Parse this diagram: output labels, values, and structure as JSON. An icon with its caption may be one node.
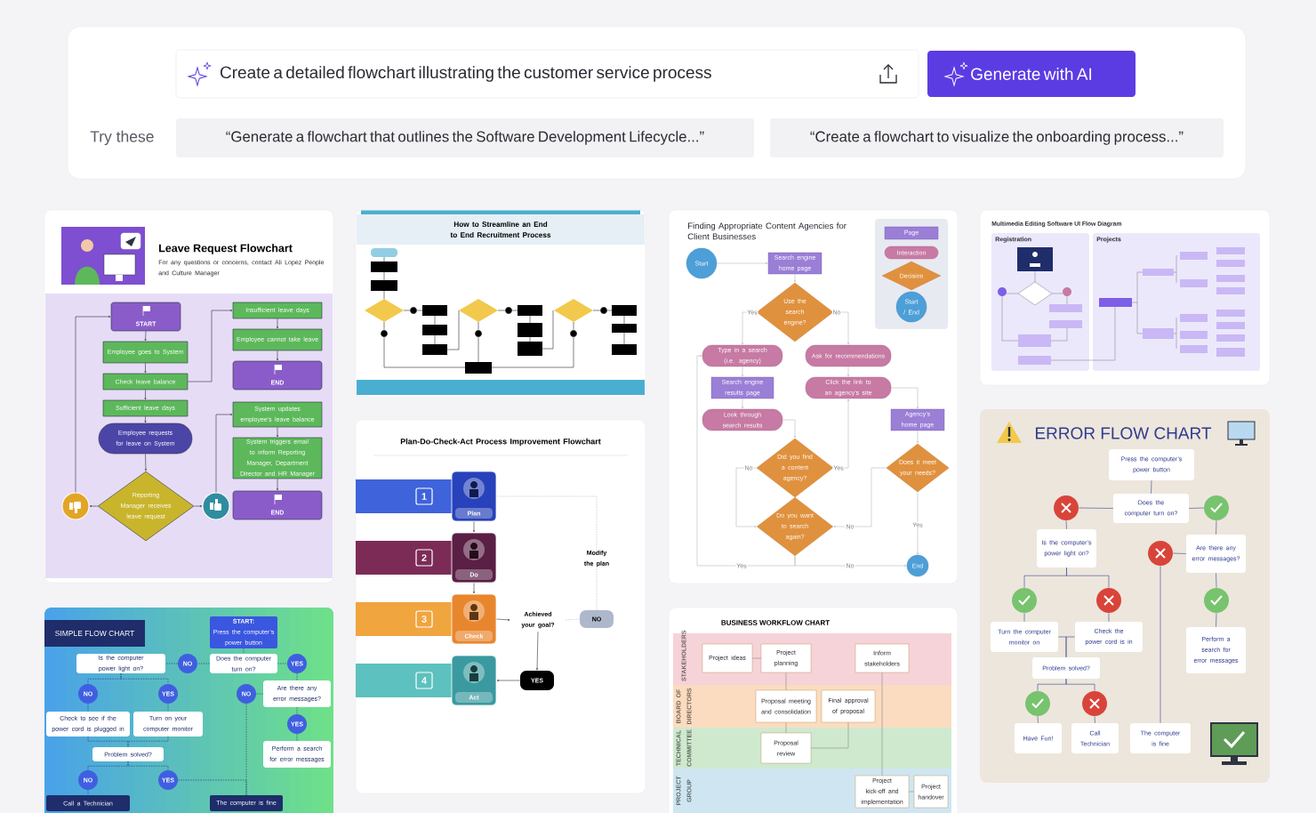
{
  "diagram": {
    "nodes": [
      {
        "text": [
          "Create a detailed flowchart illustrating the customer service process"
        ]
      },
      {
        "text": [
          "Generate with AI"
        ]
      },
      {
        "text": [
          "“Generate a flowchart that outlines the Software Development Lifecycle...”"
        ]
      },
      {
        "text": [
          "“Create a flowchart to visualize the onboarding process...”"
        ]
      },
      {
        "text": [
          "Leave Request Flowchart",
          "For any questions or concerns, contact Ali Lopez People and Culture Manager"
        ]
      },
      {
        "text": [
          "START"
        ],
        "in": 4
      },
      {
        "text": [
          "Employee goes to System"
        ],
        "in": 4
      },
      {
        "text": [
          "Check leave balance"
        ],
        "in": 4
      },
      {
        "text": [
          "Sufficient leave days"
        ],
        "in": 4
      },
      {
        "text": [
          "Employee requests for leave on System"
        ],
        "in": 4
      },
      {
        "text": [
          "Reporting Manager receives leave request"
        ],
        "in": 4
      },
      {
        "text": [],
        "shape": "circle",
        "in": 4
      },
      {
        "text": [],
        "shape": "circle",
        "in": 4
      },
      {
        "text": [
          "Insufficient leave days"
        ],
        "in": 4
      },
      {
        "text": [
          "Employee cannot take leave"
        ],
        "in": 4
      },
      {
        "text": [
          "END"
        ],
        "in": 4
      },
      {
        "text": [
          "System updates employee’s leave balance"
        ],
        "in": 4
      },
      {
        "text": [
          "System triggers email to inform Reporting Manager, Department Director and HR Manager"
        ],
        "in": 4
      },
      {
        "text": [
          "END"
        ],
        "in": 4
      },
      {
        "text": [
          "How to Streamline an End to End Recruitment Process"
        ]
      },
      {
        "text": [
          "Plan-Do-Check-Act Process Improvement Flowchart"
        ]
      },
      {
        "text": [
          "1"
        ],
        "in": 20
      },
      {
        "text": [
          "Plan"
        ],
        "in": 20
      },
      {
        "text": [
          "2"
        ],
        "in": 20
      },
      {
        "text": [
          "Do"
        ],
        "in": 20
      },
      {
        "text": [
          "3"
        ],
        "in": 20
      },
      {
        "text": [
          "Check"
        ],
        "in": 20
      },
      {
        "text": [
          "4"
        ],
        "in": 20
      },
      {
        "text": [
          "Act"
        ],
        "in": 20
      },
      {
        "text": [
          "Achieved your goal?"
        ],
        "in": 20
      },
      {
        "text": [
          "NO"
        ],
        "in": 20
      },
      {
        "text": [
          "YES"
        ],
        "in": 20
      },
      {
        "text": [
          "Finding Appropriate Content Agencies for Client Businesses"
        ]
      },
      {
        "text": [
          "Start"
        ],
        "in": 32
      },
      {
        "text": [
          "Search engine home page"
        ],
        "in": 32
      },
      {
        "text": [
          "Use the search engine?"
        ],
        "in": 32
      },
      {
        "text": [
          "Type in a search (i.e. agency)"
        ],
        "in": 32
      },
      {
        "text": [
          "Ask for recommendations"
        ],
        "in": 32
      },
      {
        "text": [
          "Search engine results page"
        ],
        "in": 32
      },
      {
        "text": [
          "Click the link to an agency’s site"
        ],
        "in": 32
      },
      {
        "text": [
          "Look through search results"
        ],
        "in": 32
      },
      {
        "text": [
          "Agency’s home page"
        ],
        "in": 32
      },
      {
        "text": [
          "Did you find a content agency?"
        ],
        "in": 32
      },
      {
        "text": [
          "Does it meet your needs?"
        ],
        "in": 32
      },
      {
        "text": [
          "Do you want to search again?"
        ],
        "in": 32
      },
      {
        "text": [
          "End"
        ],
        "in": 32
      },
      {
        "text": [
          "Multimedia Editing Software UI Flow Diagram"
        ]
      },
      {
        "text": [
          "Registration"
        ],
        "in": 46
      },
      {
        "text": [
          "Projects"
        ],
        "in": 46
      },
      {
        "text": [
          "ERROR FLOW CHART"
        ]
      },
      {
        "text": [
          "Press the computer’s power button"
        ],
        "in": 49
      },
      {
        "text": [
          "Does the computer turn on?"
        ],
        "in": 49
      },
      {
        "text": [],
        "shape": "circle",
        "in": 49
      },
      {
        "text": [],
        "shape": "circle",
        "in": 49
      },
      {
        "text": [
          "Is the computer’s power light on?"
        ],
        "in": 49
      },
      {
        "text": [],
        "shape": "circle",
        "in": 49
      },
      {
        "text": [
          "Are there any error messages?"
        ],
        "in": 49
      },
      {
        "text": [],
        "shape": "circle",
        "in": 49
      },
      {
        "text": [],
        "shape": "circle",
        "in": 49
      },
      {
        "text": [],
        "shape": "circle",
        "in": 49
      },
      {
        "text": [
          "Turn the computer monitor on"
        ],
        "in": 49
      },
      {
        "text": [
          "Check the power cord is in"
        ],
        "in": 49
      },
      {
        "text": [
          "Problem solved?"
        ],
        "in": 49
      },
      {
        "text": [
          "Perform a search for error messages"
        ],
        "in": 49
      },
      {
        "text": [],
        "shape": "circle",
        "in": 49
      },
      {
        "text": [],
        "shape": "circle",
        "in": 49
      },
      {
        "text": [
          "Have Fun!"
        ],
        "in": 49
      },
      {
        "text": [
          "Call Technician"
        ],
        "in": 49
      },
      {
        "text": [
          "The computer is fine"
        ],
        "in": 49
      },
      {
        "text": [
          "SIMPLE FLOW CHART"
        ]
      },
      {
        "text": [
          "START:",
          "Press the computer’s power button"
        ],
        "in": 69
      },
      {
        "text": [
          "Does the computer turn on?"
        ],
        "in": 69
      },
      {
        "text": [
          "NO"
        ],
        "in": 69
      },
      {
        "text": [
          "YES"
        ],
        "in": 69
      },
      {
        "text": [
          "Is the computer power light on?"
        ],
        "in": 69
      },
      {
        "text": [
          "NO"
        ],
        "in": 69
      },
      {
        "text": [
          "YES"
        ],
        "in": 69
      },
      {
        "text": [
          "NO"
        ],
        "in": 69
      },
      {
        "text": [
          "Are there any error messages?"
        ],
        "in": 69
      },
      {
        "text": [
          "Check to see if the power cord is plugged in"
        ],
        "in": 69
      },
      {
        "text": [
          "Turn on your computer monitor"
        ],
        "in": 69
      },
      {
        "text": [
          "YES"
        ],
        "in": 69
      },
      {
        "text": [
          "Perform a search for error messages"
        ],
        "in": 69
      },
      {
        "text": [
          "Problem solved?"
        ],
        "in": 69
      },
      {
        "text": [
          "NO"
        ],
        "in": 69
      },
      {
        "text": [
          "YES"
        ],
        "in": 69
      },
      {
        "text": [
          "Call a Technician"
        ],
        "in": 69
      },
      {
        "text": [
          "The computer is fine"
        ],
        "in": 69
      },
      {
        "text": [
          "BUSINESS WORKFLOW CHART"
        ]
      },
      {
        "text": [
          "STAKEHOLDERS"
        ],
        "in": 88
      },
      {
        "text": [
          "BOARD OF DIRECTORS"
        ],
        "in": 88
      },
      {
        "text": [
          "TECHNICAL COMMITTEE"
        ],
        "in": 88
      },
      {
        "text": [
          "PROJECT GROUP"
        ],
        "in": 88
      },
      {
        "text": [
          "Project ideas"
        ],
        "in": 89
      },
      {
        "text": [
          "Project planning"
        ],
        "in": 89
      },
      {
        "text": [
          "Inform stakeholders"
        ],
        "in": 89
      },
      {
        "text": [
          "Proposal meeting and consolidation"
        ],
        "in": 90
      },
      {
        "text": [
          "Final approval of proposal"
        ],
        "in": 90
      },
      {
        "text": [
          "Proposal review"
        ],
        "in": 91
      },
      {
        "text": [
          "Project kick-off and implementation"
        ],
        "in": 92
      },
      {
        "text": [
          "Project handover"
        ],
        "in": 92
      }
    ],
    "edges": [
      {
        "from": 5,
        "to": 6,
        "arrow": "to"
      },
      {
        "from": 6,
        "to": 7,
        "arrow": "to"
      },
      {
        "from": 7,
        "to": 8,
        "arrow": "to"
      },
      {
        "from": 8,
        "to": 9,
        "arrow": "to"
      },
      {
        "from": 9,
        "to": 10,
        "arrow": "to"
      },
      {
        "from": 10,
        "to": 11,
        "arrow": "to"
      },
      {
        "from": 10,
        "to": 12,
        "arrow": "to"
      },
      {
        "from": 11,
        "to": 5,
        "arrow": "to"
      },
      {
        "from": 7,
        "to": 13,
        "arrow": "to"
      },
      {
        "from": 13,
        "to": 14,
        "arrow": "to"
      },
      {
        "from": 14,
        "to": 15,
        "arrow": "to"
      },
      {
        "from": 12,
        "to": 16,
        "arrow": "to"
      },
      {
        "from": 16,
        "to": 17,
        "arrow": "to"
      },
      {
        "from": 17,
        "to": 18,
        "arrow": "to"
      },
      {
        "from": 22,
        "to": 24,
        "arrow": "to"
      },
      {
        "from": 24,
        "to": 26,
        "arrow": "to"
      },
      {
        "from": 26,
        "to": 29,
        "arrow": "to"
      },
      {
        "from": 29,
        "to": 30,
        "arrow": "none",
        "style": "dashed",
        "color": "#b4b9c4"
      },
      {
        "from": 29,
        "to": 31,
        "arrow": "to"
      },
      {
        "from": 31,
        "to": 28,
        "arrow": "to"
      },
      {
        "from": 30,
        "to": 22,
        "arrow": "none",
        "label": "Modify the plan",
        "style": "dashed",
        "color": "#b4b9c4"
      },
      {
        "from": 33,
        "to": 34,
        "arrow": "to",
        "color": "#b9b9b9"
      },
      {
        "from": 34,
        "to": 35,
        "arrow": "to",
        "color": "#b9b9b9"
      },
      {
        "from": 35,
        "to": 36,
        "arrow": "to",
        "label": "Yes",
        "color": "#b9b9b9"
      },
      {
        "from": 35,
        "to": 37,
        "arrow": "to",
        "label": "No",
        "color": "#b9b9b9"
      },
      {
        "from": 36,
        "to": 38,
        "arrow": "to",
        "color": "#b9b9b9"
      },
      {
        "from": 38,
        "to": 40,
        "arrow": "to",
        "color": "#b9b9b9"
      },
      {
        "from": 40,
        "to": 42,
        "arrow": "to",
        "color": "#b9b9b9"
      },
      {
        "from": 42,
        "to": 44,
        "arrow": "to",
        "label": "No",
        "color": "#b9b9b9"
      },
      {
        "from": 42,
        "to": 39,
        "arrow": "to",
        "label": "Yes",
        "color": "#b9b9b9"
      },
      {
        "from": 37,
        "to": 39,
        "arrow": "to",
        "color": "#b9b9b9"
      },
      {
        "from": 39,
        "to": 41,
        "arrow": "to",
        "color": "#b9b9b9"
      },
      {
        "from": 41,
        "to": 43,
        "arrow": "to",
        "color": "#b9b9b9"
      },
      {
        "from": 43,
        "to": 45,
        "arrow": "to",
        "label": "Yes",
        "color": "#b9b9b9"
      },
      {
        "from": 43,
        "to": 44,
        "arrow": "to",
        "label": "No",
        "color": "#b9b9b9"
      },
      {
        "from": 44,
        "to": 36,
        "arrow": "to",
        "label": "Yes",
        "color": "#b9b9b9"
      },
      {
        "from": 44,
        "to": 45,
        "arrow": "to",
        "label": "No",
        "color": "#b9b9b9"
      },
      {
        "from": 50,
        "to": 51,
        "arrow": "none",
        "color": "#34449a"
      },
      {
        "from": 51,
        "to": 52,
        "arrow": "none",
        "color": "#34449a"
      },
      {
        "from": 51,
        "to": 53,
        "arrow": "none",
        "color": "#34449a"
      },
      {
        "from": 52,
        "to": 54,
        "arrow": "none",
        "color": "#34449a"
      },
      {
        "from": 53,
        "to": 56,
        "arrow": "none",
        "color": "#34449a"
      },
      {
        "from": 56,
        "to": 55,
        "arrow": "none",
        "color": "#34449a"
      },
      {
        "from": 56,
        "to": 59,
        "arrow": "none",
        "color": "#34449a"
      },
      {
        "from": 54,
        "to": 57,
        "arrow": "none",
        "color": "#34449a"
      },
      {
        "from": 54,
        "to": 58,
        "arrow": "none",
        "color": "#34449a"
      },
      {
        "from": 57,
        "to": 60,
        "arrow": "none",
        "color": "#34449a"
      },
      {
        "from": 58,
        "to": 61,
        "arrow": "none",
        "color": "#34449a"
      },
      {
        "from": 59,
        "to": 63,
        "arrow": "none",
        "color": "#34449a"
      },
      {
        "from": 60,
        "to": 62,
        "arrow": "none",
        "color": "#34449a"
      },
      {
        "from": 61,
        "to": 62,
        "arrow": "none",
        "color": "#34449a"
      },
      {
        "from": 62,
        "to": 64,
        "arrow": "none",
        "color": "#34449a"
      },
      {
        "from": 62,
        "to": 65,
        "arrow": "none",
        "color": "#34449a"
      },
      {
        "from": 64,
        "to": 66,
        "arrow": "none",
        "color": "#34449a"
      },
      {
        "from": 65,
        "to": 67,
        "arrow": "none",
        "color": "#34449a"
      },
      {
        "from": 55,
        "to": 68,
        "arrow": "none",
        "color": "#34449a"
      },
      {
        "from": 70,
        "to": 71,
        "arrow": "none",
        "style": "dashed",
        "color": "#22307a"
      },
      {
        "from": 71,
        "to": 72,
        "arrow": "none",
        "style": "dashed",
        "color": "#22307a"
      },
      {
        "from": 72,
        "to": 74,
        "arrow": "none",
        "style": "dashed",
        "color": "#22307a"
      },
      {
        "from": 71,
        "to": 73,
        "arrow": "none",
        "style": "dashed",
        "color": "#22307a"
      },
      {
        "from": 73,
        "to": 78,
        "arrow": "none",
        "style": "dashed",
        "color": "#22307a"
      },
      {
        "from": 78,
        "to": 77,
        "arrow": "none",
        "style": "dashed",
        "color": "#22307a"
      },
      {
        "from": 78,
        "to": 81,
        "arrow": "none",
        "style": "dashed",
        "color": "#22307a"
      },
      {
        "from": 81,
        "to": 82,
        "arrow": "none",
        "style": "dashed",
        "color": "#22307a"
      },
      {
        "from": 74,
        "to": 75,
        "arrow": "none",
        "style": "dashed",
        "color": "#22307a"
      },
      {
        "from": 74,
        "to": 76,
        "arrow": "none",
        "style": "dashed",
        "color": "#22307a"
      },
      {
        "from": 75,
        "to": 79,
        "arrow": "none",
        "style": "dashed",
        "color": "#22307a"
      },
      {
        "from": 76,
        "to": 80,
        "arrow": "none",
        "style": "dashed",
        "color": "#22307a"
      },
      {
        "from": 79,
        "to": 83,
        "arrow": "none",
        "style": "dashed",
        "color": "#22307a"
      },
      {
        "from": 80,
        "to": 83,
        "arrow": "none",
        "style": "dashed",
        "color": "#22307a"
      },
      {
        "from": 83,
        "to": 84,
        "arrow": "none",
        "style": "dashed",
        "color": "#22307a"
      },
      {
        "from": 83,
        "to": 85,
        "arrow": "none",
        "style": "dashed",
        "color": "#22307a"
      },
      {
        "from": 84,
        "to": 86,
        "arrow": "none",
        "style": "dashed",
        "color": "#22307a"
      },
      {
        "from": 85,
        "to": 87,
        "arrow": "none",
        "style": "dashed",
        "color": "#22307a"
      },
      {
        "from": 77,
        "to": 87,
        "arrow": "none",
        "style": "dashed",
        "color": "#22307a"
      },
      {
        "from": 93,
        "to": 94,
        "arrow": "none",
        "color": "#8a8a8a"
      },
      {
        "from": 94,
        "to": 96,
        "arrow": "none",
        "color": "#8a8a8a"
      },
      {
        "from": 96,
        "to": 98,
        "arrow": "none",
        "color": "#8a8a8a"
      },
      {
        "from": 98,
        "to": 97,
        "arrow": "none",
        "color": "#8a8a8a"
      },
      {
        "from": 95,
        "to": 99,
        "arrow": "none",
        "color": "#8a8a8a"
      },
      {
        "from": 99,
        "to": 100,
        "arrow": "none",
        "color": "#8a8a8a"
      }
    ],
    "labels": [
      "Try these"
    ],
    "legend": [
      {
        "text": "Page"
      },
      {
        "text": "Interaction"
      },
      {
        "text": "Decision"
      },
      {
        "text": "Start / End"
      }
    ]
  }
}
